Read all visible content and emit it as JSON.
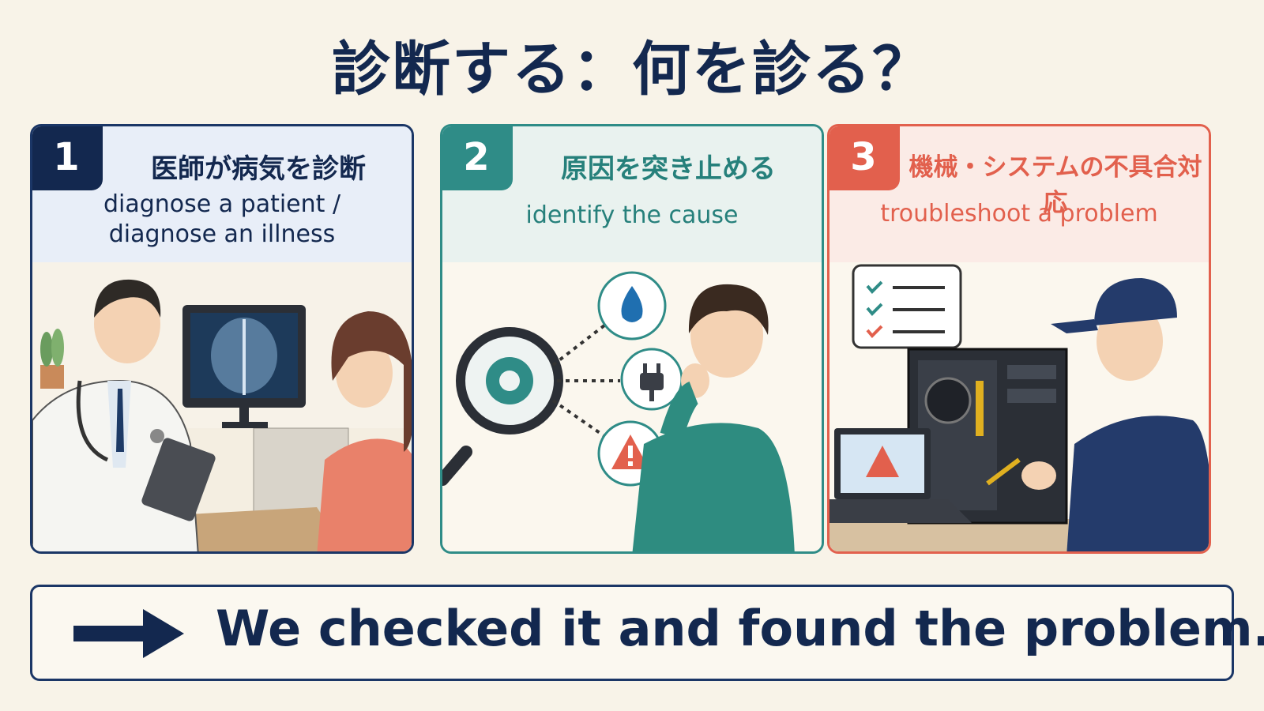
{
  "title": "診断する：何を診る？",
  "panels": [
    {
      "number": "1",
      "jp": "医師が病気を診断",
      "en_line1": "diagnose a patient /",
      "en_line2": "diagnose an illness"
    },
    {
      "number": "2",
      "jp": "原因を突き止める",
      "en_line1": "identify the cause"
    },
    {
      "number": "3",
      "jp": "機械・システムの不具合対応",
      "en_line1": "troubleshoot a problem"
    }
  ],
  "footer": {
    "sentence": "We checked it and found the problem."
  },
  "colors": {
    "navy": "#13284f",
    "teal": "#2f8c87",
    "coral": "#e2604d",
    "background": "#f8f3e8"
  },
  "icons": [
    "arrow-right-icon",
    "magnifier-gear-icon",
    "water-drop-icon",
    "plug-icon",
    "warning-icon",
    "checklist-icon"
  ]
}
